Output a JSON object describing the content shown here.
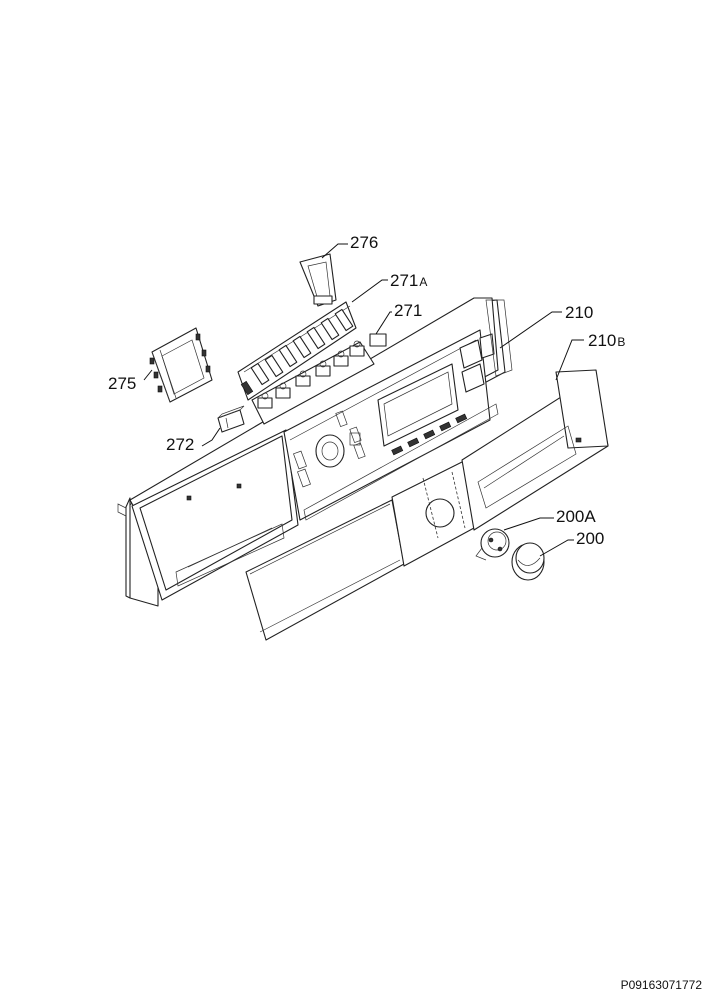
{
  "callouts": {
    "c276": "276",
    "c271a_num": "271",
    "c271a_suffix": "A",
    "c271": "271",
    "c210": "210",
    "c210b_num": "210",
    "c210b_suffix": "B",
    "c275": "275",
    "c272": "272",
    "c200a": "200A",
    "c200": "200"
  },
  "footer": {
    "doc_code": "P09163071772"
  }
}
